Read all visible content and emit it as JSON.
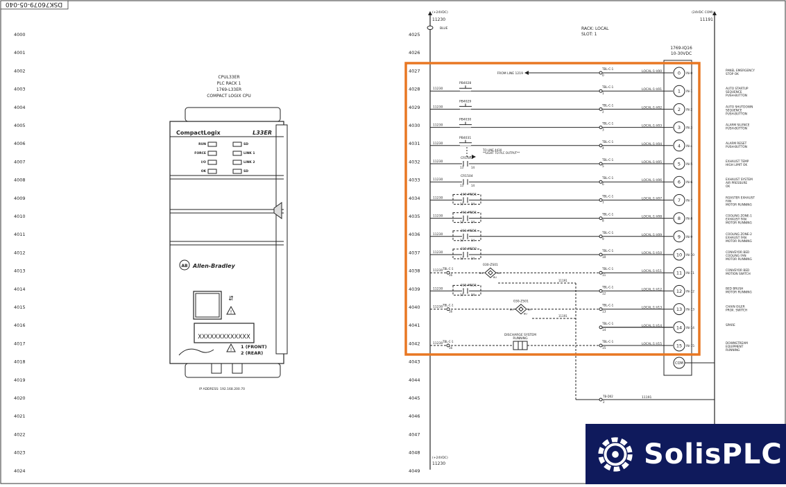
{
  "drawing_id": "DSK76079-05-040",
  "left_rungs": [
    "4000",
    "4001",
    "4002",
    "4003",
    "4004",
    "4005",
    "4006",
    "4007",
    "4008",
    "4009",
    "4010",
    "4011",
    "4012",
    "4013",
    "4014",
    "4015",
    "4016",
    "4017",
    "4018",
    "4019",
    "4020",
    "4021",
    "4022",
    "4023",
    "4024"
  ],
  "right_rungs": [
    "4025",
    "4026",
    "4027",
    "4028",
    "4029",
    "4030",
    "4031",
    "4032",
    "4033",
    "4034",
    "4035",
    "4036",
    "4037",
    "4038",
    "4039",
    "4040",
    "4041",
    "4042",
    "4043",
    "4044",
    "4045",
    "4046",
    "4047",
    "4048",
    "4049"
  ],
  "cpu": {
    "label_lines": [
      "CPUL33ER",
      "PLC RACK 1",
      "1769-L33ER",
      "COMPACT LOGIX CPU"
    ],
    "brand": "CompactLogix",
    "model": "L33ER",
    "leds_left": [
      "RUN",
      "FORCE",
      "I/O",
      "OK"
    ],
    "leds_right": [
      "SD",
      "LINK 1",
      "LINK 2",
      "SD"
    ],
    "maker": "Allen-Bradley",
    "display": "XXXXXXXXXXXXX",
    "ports": [
      "1 (FRONT)",
      "2 (REAR)"
    ],
    "ip": "IP ADDRESS: 192.168.200.70"
  },
  "supply": {
    "top_label": "(+24VDC)",
    "top_wire": "11230",
    "blue": "BLUE",
    "bottom_label": "(+24VDC)",
    "bottom_wire": "11230",
    "com_label": "(24VDC COM)",
    "com_wire": "11191"
  },
  "rack": {
    "rack": "RACK: LOCAL",
    "slot": "SLOT: 1",
    "module": "1769-IQ16",
    "voltage": "10-30VDC"
  },
  "inputs": [
    {
      "wire": "",
      "device": "FROM LINE 1219",
      "tb": "TBL-C-1",
      "tbn": "0",
      "addr": "LOCAL:1:I/00",
      "num": "0",
      "ch": "IN-0",
      "desc": [
        "PANEL EMERGENCY",
        "STOP OK"
      ]
    },
    {
      "wire": "11230",
      "device": "PB4028",
      "tb": "TBL-C-1",
      "tbn": "1",
      "addr": "LOCAL:1:I/01",
      "num": "1",
      "ch": "IN-1",
      "desc": [
        "AUTO STARTUP",
        "SEQUENCE",
        "PUSH-BUTTON"
      ]
    },
    {
      "wire": "11230",
      "device": "PB4029",
      "tb": "TBL-C-1",
      "tbn": "2",
      "addr": "LOCAL:1:I/02",
      "num": "2",
      "ch": "IN-2",
      "desc": [
        "AUTO SHUTDOWN",
        "SEQUENCE",
        "PUSH-BUTTON"
      ]
    },
    {
      "wire": "11230",
      "device": "PB4030",
      "tb": "TBL-C-1",
      "tbn": "3",
      "addr": "LOCAL:1:I/03",
      "num": "3",
      "ch": "IN-3",
      "desc": [
        "ALARM SILENCE",
        "PUSH-BUTTON"
      ]
    },
    {
      "wire": "11230",
      "device": "PB4031",
      "tb": "TBL-C-1",
      "tbn": "4",
      "addr": "LOCAL:1:I/04",
      "num": "4",
      "ch": "IN-4",
      "desc": [
        "ALARM RESET",
        "PUSH-BUTTON"
      ]
    },
    {
      "wire": "11230",
      "device": "CR1503",
      "tb": "TBL-C-1",
      "tbn": "5",
      "addr": "LOCAL:1:I/05",
      "num": "5",
      "ch": "IN-5",
      "desc": [
        "EXHAUST TEMP",
        "HIGH LIMIT OK"
      ]
    },
    {
      "wire": "11230",
      "device": "CR1504",
      "tb": "TBL-C-1",
      "tbn": "6",
      "addr": "LOCAL:1:I/06",
      "num": "6",
      "ch": "IN-6",
      "desc": [
        "EXHAUST SYSTEM",
        "AIR PRESSURE",
        "OK"
      ]
    },
    {
      "wire": "11230",
      "device": "100-MED1",
      "tb": "TBL-C-1",
      "tbn": "7",
      "addr": "LOCAL:1:I/07",
      "num": "7",
      "ch": "IN-7",
      "desc": [
        "ROASTER EXHAUST",
        "FAN",
        "MOTOR RUNNING"
      ]
    },
    {
      "wire": "11230",
      "device": "401-MED1",
      "tb": "TBL-C-1",
      "tbn": "8",
      "addr": "LOCAL:1:I/08",
      "num": "8",
      "ch": "IN-8",
      "desc": [
        "COOLING ZONE-1",
        "EXHAUST FAN",
        "MOTOR RUNNING"
      ]
    },
    {
      "wire": "11230",
      "device": "301-MED1",
      "tb": "TBL-C-1",
      "tbn": "9",
      "addr": "LOCAL:1:I/09",
      "num": "9",
      "ch": "IN-9",
      "desc": [
        "COOLING ZONE-2",
        "EXHAUST FAN",
        "MOTOR RUNNING"
      ]
    },
    {
      "wire": "11230",
      "device": "030-MED2",
      "tb": "TBL-C-1",
      "tbn": "10",
      "addr": "LOCAL:1:I/10",
      "num": "10",
      "ch": "IN-10",
      "desc": [
        "CONVEYOR BED",
        "COOLING FAN",
        "MOTOR RUNNING"
      ]
    },
    {
      "wire": "11230",
      "device": "030-ZS01",
      "tb": "TBL-C-1",
      "tbn": "11",
      "addr": "LOCAL:1:I/11",
      "num": "11",
      "ch": "IN-11",
      "desc": [
        "CONVEYOR BED",
        "MOTION SWITCH"
      ]
    },
    {
      "wire": "11230",
      "device": "035-MED1",
      "tb": "TBL-C-1",
      "tbn": "12",
      "addr": "LOCAL:1:I/12",
      "num": "12",
      "ch": "IN-12",
      "desc": [
        "BED BRUSH",
        "MOTOR RUNNING"
      ]
    },
    {
      "wire": "11230",
      "device": "030-ZS01",
      "tb": "TBL-C-1",
      "tbn": "13",
      "addr": "LOCAL:1:I/13",
      "num": "13",
      "ch": "IN-13",
      "desc": [
        "CHAIN OILER",
        "PROX. SWITCH"
      ]
    },
    {
      "wire": "",
      "device": "",
      "tb": "TBL-C-1",
      "tbn": "14",
      "addr": "LOCAL:1:I/14",
      "num": "14",
      "ch": "IN-14",
      "desc": [
        "SPARE"
      ]
    },
    {
      "wire": "11230",
      "device": "DISCHARGE SYSTEM",
      "tb": "TBL-C-1",
      "tbn": "15",
      "addr": "LOCAL:1:I/15",
      "num": "15",
      "ch": "IN-15",
      "desc": [
        "DOWNSTREAM",
        "EQUIPMENT",
        "RUNNING"
      ]
    }
  ],
  "notes": {
    "line_ref": "TO LINE 4430",
    "light_ref": "**LIGHT TO PLC OUTPUT**",
    "discharge2": "RUNNING",
    "com": "COM",
    "tbd": "TB-D02",
    "tbd_num": "2",
    "wire_11191": "11191",
    "wire_11191b": "11191",
    "wire_11191c": "11191",
    "bn": "BN",
    "bu": "BU",
    "bk": "BK",
    "c13": "13",
    "c14": "14"
  },
  "brand_logo": "SolisPLC",
  "colors": {
    "highlight": "#e87722",
    "logo_bg": "#0f1a5c"
  }
}
